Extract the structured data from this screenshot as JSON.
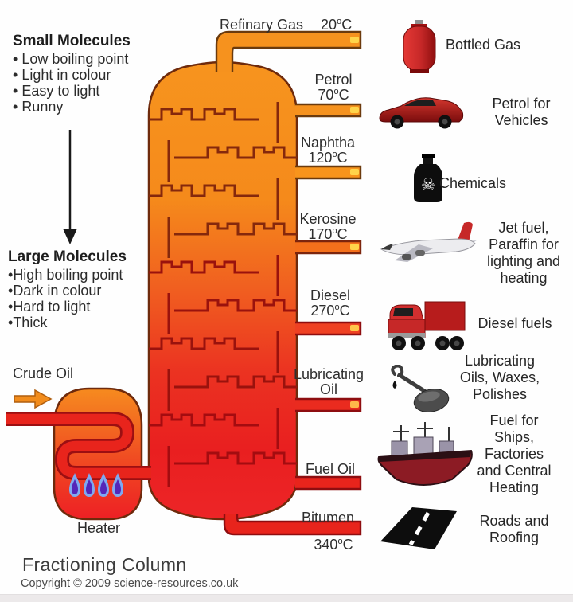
{
  "title": "Fractioning Column",
  "copyright": "Copyright © 2009 science-resources.co.uk",
  "units": {
    "degree": "o",
    "celsius": "C"
  },
  "left_panel": {
    "small": {
      "title": "Small Molecules",
      "bullets": [
        "Low boiling point",
        "Light in colour",
        "Easy to light",
        "Runny"
      ]
    },
    "large": {
      "title": "Large Molecules",
      "bullets": [
        "High boiling point",
        "Dark in colour",
        "Hard to light",
        "Thick"
      ]
    }
  },
  "feed": {
    "label": "Crude Oil",
    "heater_label": "Heater"
  },
  "fractions": [
    {
      "name": "Refinary Gas",
      "temp": "20"
    },
    {
      "name": "Petrol",
      "temp": "70"
    },
    {
      "name": "Naphtha",
      "temp": "120"
    },
    {
      "name": "Kerosine",
      "temp": "170"
    },
    {
      "name": "Diesel",
      "temp": "270"
    },
    {
      "name": "Lubricating Oil",
      "temp": ""
    },
    {
      "name": "Fuel Oil",
      "temp": ""
    },
    {
      "name": "Bitumen",
      "temp": "340"
    }
  ],
  "products": [
    {
      "icon": "gas-cylinder-icon",
      "label": "Bottled Gas"
    },
    {
      "icon": "car-icon",
      "label": "Petrol for\nVehicles"
    },
    {
      "icon": "chemicals-bottle-icon",
      "label": "Chemicals"
    },
    {
      "icon": "airplane-icon",
      "label": "Jet fuel,\nParaffin for\nlighting and\nheating"
    },
    {
      "icon": "truck-icon",
      "label": "Diesel fuels"
    },
    {
      "icon": "ladle-icon",
      "label": "Lubricating\nOils, Waxes,\nPolishes"
    },
    {
      "icon": "ship-icon",
      "label": "Fuel for\nShips,\nFactories\nand Central\nHeating"
    },
    {
      "icon": "road-icon",
      "label": "Roads and\nRoofing"
    }
  ],
  "colors": {
    "column_top": "#F6921E",
    "column_bottom": "#E91F20",
    "pipe_orange": "#F6921E",
    "pipe_red": "#E8241C",
    "tip_yellow": "#FFD44A",
    "flame_blue": "#7FA9F0",
    "flame_purple": "#5526B8"
  }
}
